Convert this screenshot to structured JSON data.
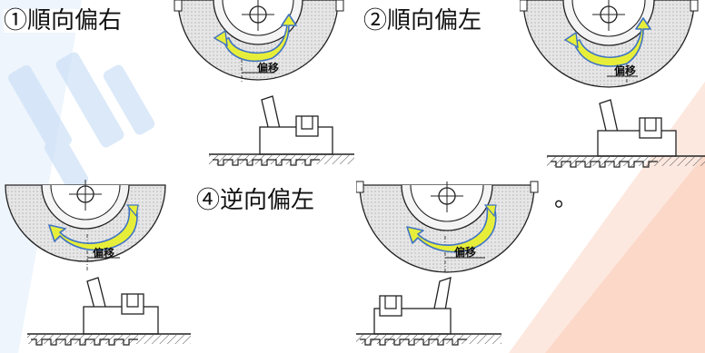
{
  "diagram": {
    "captions": [
      {
        "id": "cap1",
        "text": "①順向偏右"
      },
      {
        "id": "cap2",
        "text": "②順向偏左"
      },
      {
        "id": "cap4",
        "text": "④逆向偏左"
      },
      {
        "id": "cap_dot",
        "text": "。"
      }
    ],
    "offset_label": "偏移",
    "panels": [
      {
        "id": "p1",
        "rotation": "clockwise",
        "offset_side": "right"
      },
      {
        "id": "p2",
        "rotation": "clockwise",
        "offset_side": "left"
      },
      {
        "id": "p3",
        "rotation": "counterclockwise",
        "offset_side": "right"
      },
      {
        "id": "p4",
        "rotation": "counterclockwise",
        "offset_side": "left"
      }
    ],
    "colors": {
      "wheel_fill": "#e6e6e6",
      "arrow_fill": "#e7ee3a",
      "arrow_edge": "#3f73c2",
      "watermark_blue": "#cfe2f7",
      "watermark_orange": "#f7c8b3"
    }
  }
}
